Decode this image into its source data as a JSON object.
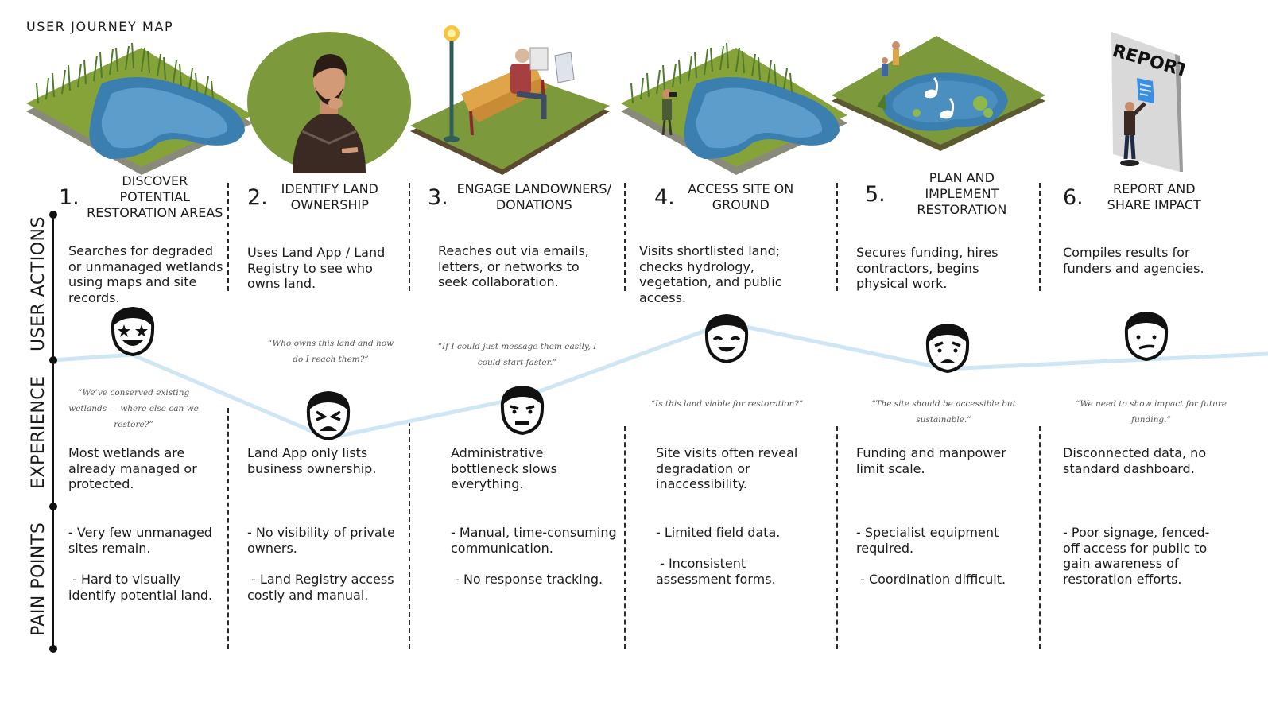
{
  "title": "USER JOURNEY MAP",
  "row_labels": {
    "user_actions": "USER ACTIONS",
    "experience": "EXPERIENCE",
    "pain_points": "PAIN POINTS"
  },
  "colors": {
    "emotion_line": "#cfe6f5",
    "axis": "#111111",
    "grass": "#7c9a3c",
    "water": "#3a7fb0"
  },
  "stages": [
    {
      "num": "1.",
      "title": "Discover potential restoration areas",
      "illustration": "wetland-pond-illustration",
      "action": "Searches for degraded or unmanaged wetlands using maps and site records.",
      "emotion": "star-struck",
      "emotion_level": 0.78,
      "quote": "“We’ve conserved existing wetlands — where else can we restore?”",
      "experience": "Most wetlands are already managed or protected.",
      "pains": [
        "- Very few unmanaged sites remain.",
        " - Hard to visually identify potential land."
      ]
    },
    {
      "num": "2.",
      "title": "Identify land ownership",
      "illustration": "thinking-man-illustration",
      "action": "Uses Land App / Land Registry to see who owns land.",
      "emotion": "frustrated",
      "emotion_level": 0.25,
      "quote": "“Who owns this land and how do I reach them?”",
      "experience": "Land App only lists business ownership.",
      "pains": [
        "- No visibility of private owners.",
        " - Land Registry access costly and manual."
      ]
    },
    {
      "num": "3.",
      "title": "Engage landowners/ donations",
      "illustration": "park-bench-reader-illustration",
      "action": "Reaches out via emails, letters, or networks to seek collaboration.",
      "emotion": "annoyed",
      "emotion_level": 0.4,
      "quote": "“If I could just message them easily, I could start faster.”",
      "experience": "Administrative bottleneck slows everything.",
      "pains": [
        "- Manual, time-consuming communication.",
        " - No response tracking."
      ]
    },
    {
      "num": "4.",
      "title": "Access site on ground",
      "illustration": "site-visit-photographer-illustration",
      "action": "Visits shortlisted land; checks hydrology, vegetation, and public access.",
      "emotion": "content",
      "emotion_level": 1.0,
      "quote": "“Is this land viable for restoration?”",
      "experience": "Site visits often reveal degradation or inaccessibility.",
      "pains": [
        "- Limited field data.",
        " - Inconsistent assessment forms."
      ]
    },
    {
      "num": "5.",
      "title": "Plan and implement restoration",
      "illustration": "restored-swan-pond-illustration",
      "action": "Secures funding, hires contractors, begins physical work.",
      "emotion": "worried",
      "emotion_level": 0.68,
      "quote": "“The site should be accessible but sustainable.”",
      "experience": "Funding and manpower limit scale.",
      "pains": [
        "- Specialist equipment required.",
        " - Coordination difficult."
      ]
    },
    {
      "num": "6.",
      "title": "Report and share impact",
      "illustration": "report-board-illustration",
      "action": "Compiles results for funders and agencies.",
      "emotion": "uneasy",
      "emotion_level": 0.75,
      "quote": "“We need to show impact for future funding.”",
      "experience": "Disconnected data, no standard dashboard.",
      "pains": [
        "- Poor signage, fenced-off access for public to gain awareness of restoration efforts."
      ]
    }
  ],
  "report_board_text": "REPORT"
}
